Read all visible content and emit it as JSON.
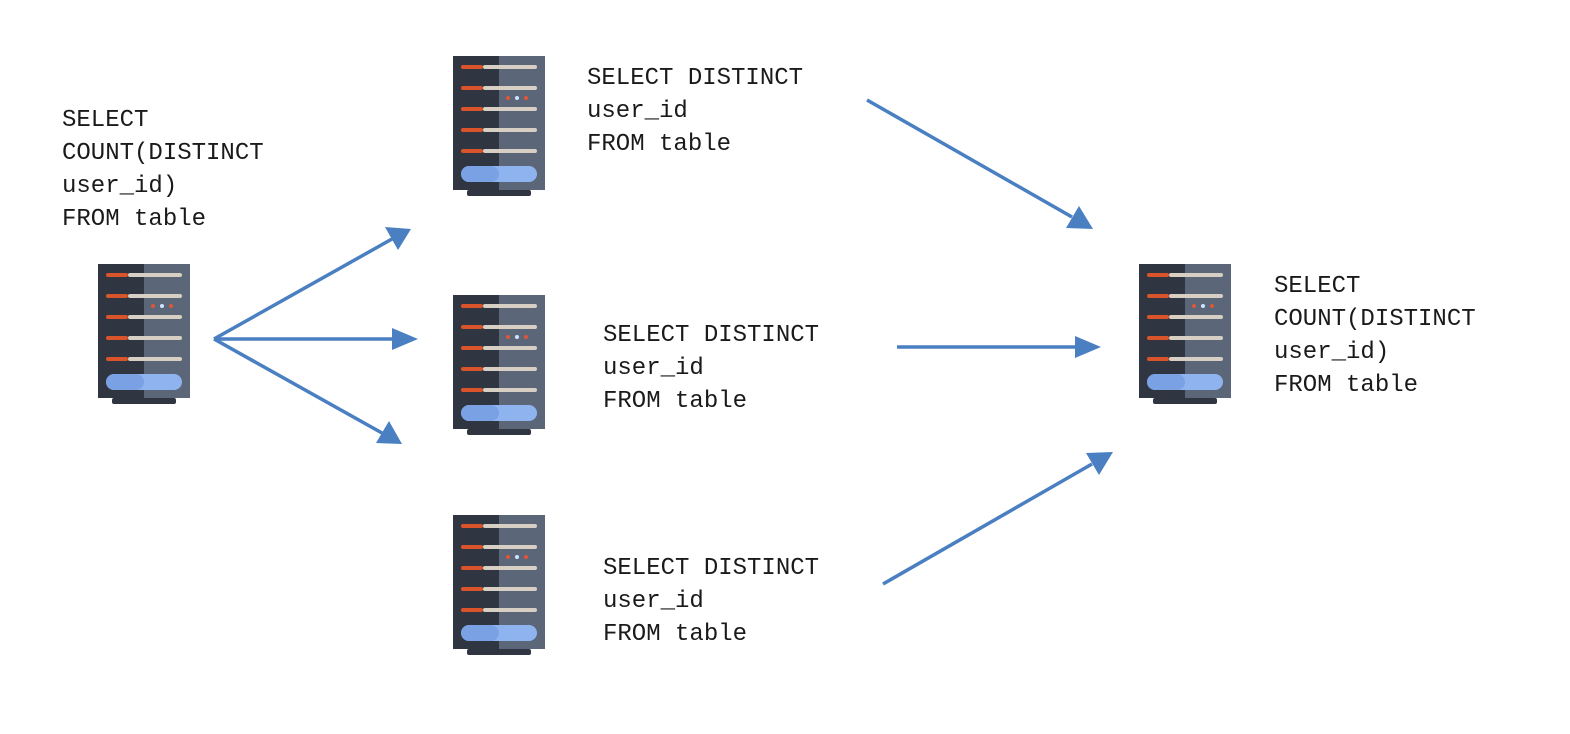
{
  "diagram": {
    "coordinator_query": {
      "lines": [
        "SELECT",
        "COUNT(DISTINCT",
        "user_id)",
        "FROM table"
      ]
    },
    "worker_queries": [
      {
        "lines": [
          "SELECT DISTINCT",
          "user_id",
          "FROM table"
        ]
      },
      {
        "lines": [
          "SELECT DISTINCT",
          "user_id",
          "FROM table"
        ]
      },
      {
        "lines": [
          "SELECT DISTINCT",
          "user_id",
          "FROM table"
        ]
      }
    ],
    "aggregator_query": {
      "lines": [
        "SELECT",
        "COUNT(DISTINCT",
        "user_id)",
        "FROM table"
      ]
    }
  },
  "colors": {
    "arrow": "#4a7fc1",
    "server_body_dark": "#2f3642",
    "server_body_light": "#5b6778",
    "server_stripe_red": "#d9532b",
    "server_stripe_light": "#d8cfc4",
    "server_base": "#8fb3ee"
  },
  "icons": {
    "server": "server-rack-icon",
    "arrow": "arrow-icon"
  }
}
